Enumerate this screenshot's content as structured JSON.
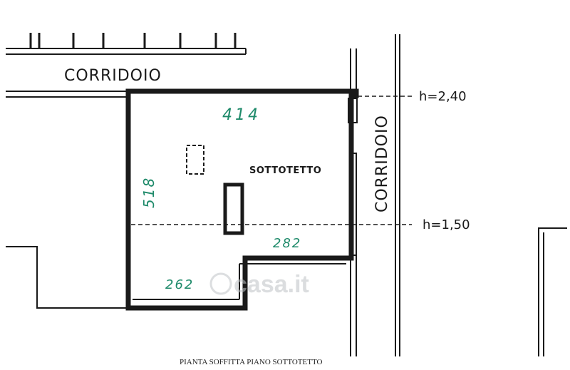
{
  "labels": {
    "corridor_top": "CORRIDOIO",
    "corridor_right": "CORRIDOIO",
    "room": "SOTTOTETTO",
    "caption": "PIANTA SOFFITTA PIANO SOTTOTETTO",
    "height_high": "h=2,40",
    "height_low": "h=1,50",
    "watermark": "casa.it"
  },
  "dimensions": {
    "top_width": "414",
    "left_depth": "518",
    "step_width": "282",
    "bottom_width": "262"
  },
  "colors": {
    "wall": "#1a1a1a",
    "handwriting": "#1e8a6a",
    "watermark": "#bfc3c6"
  }
}
